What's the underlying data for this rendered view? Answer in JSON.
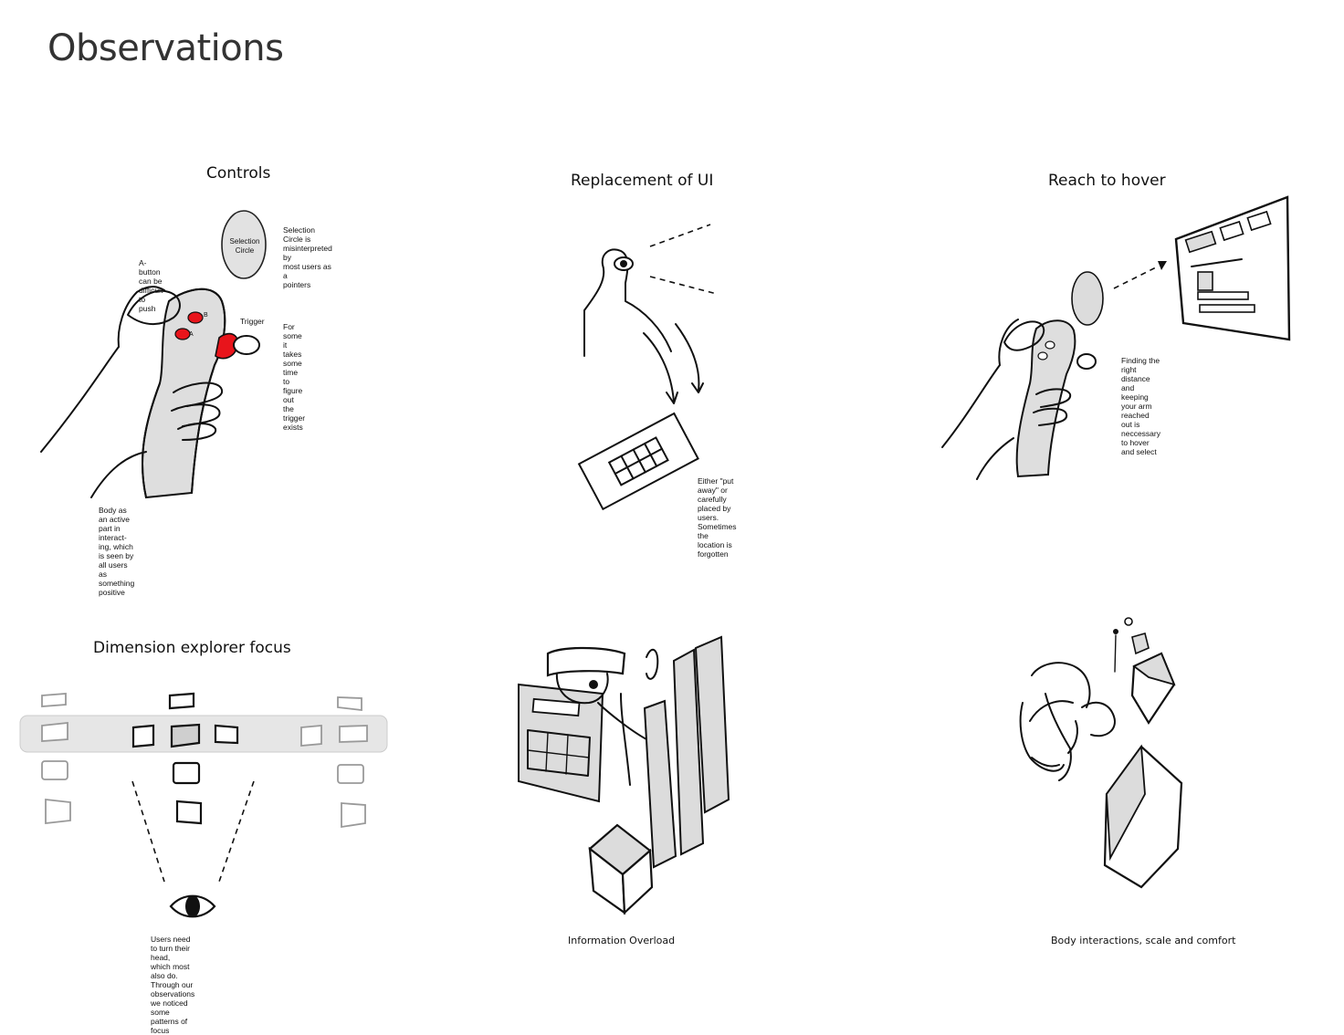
{
  "page": {
    "title": "Observations"
  },
  "panels": {
    "controls": {
      "heading": "Controls",
      "selection_circle_label": "Selection\nCircle",
      "selection_circle_note": "Selection Circle is\nmisinterpreted by\nmost users as a\npointers",
      "a_button_note": "A-button can be\ndifficult to push",
      "button_b": "B",
      "button_a": "A",
      "trigger_label": "Trigger",
      "trigger_note": "For some it takes\nsome time to\nfigure out the\ntrigger exists",
      "body_note": "Body as an active part in interact-\ning, which is seen by all users as\nsomething positive",
      "accent_color": "#e8141b"
    },
    "replacement": {
      "heading": "Replacement of UI",
      "note": "Either \"put away\" or carefully\nplaced by users. Sometimes the\nlocation is forgotten"
    },
    "reach": {
      "heading": "Reach to hover",
      "note": "Finding the right distance and\nkeeping your arm reached out is\nneccessary to hover and select"
    },
    "dimension": {
      "heading": "Dimension explorer focus",
      "note": "Users need to turn their head,\nwhich most also do. Through our\nobservations we noticed some\npatterns of focus"
    },
    "overload": {
      "caption": "Information Overload"
    },
    "body": {
      "caption": "Body interactions, scale and comfort"
    }
  }
}
